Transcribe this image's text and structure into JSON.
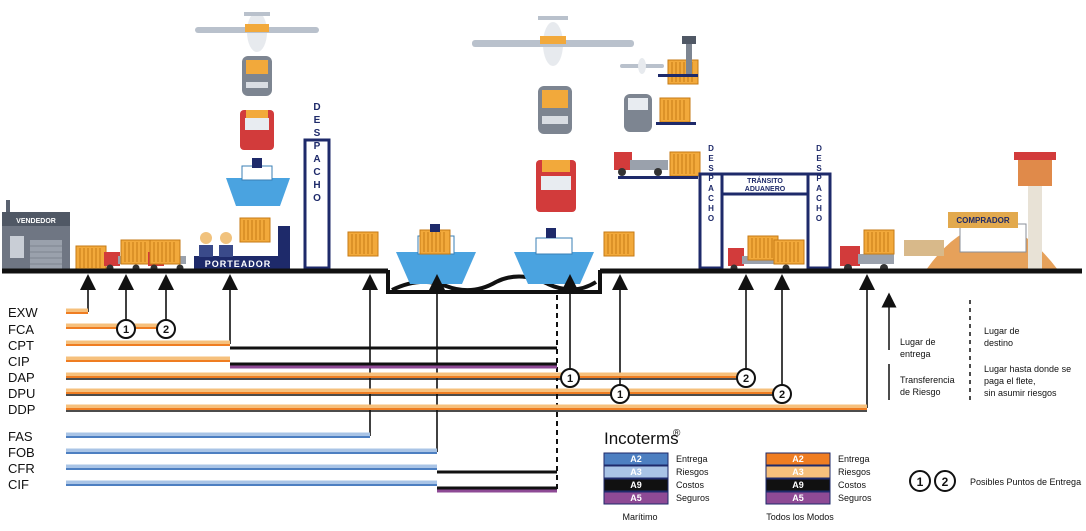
{
  "colors": {
    "orange": "#ef7d22",
    "orange_light": "#f6c07c",
    "blue": "#4d7fc1",
    "blue_light": "#a9c4e6",
    "black": "#111111",
    "purple": "#8e4a95",
    "navy": "#1e2a6a",
    "container": "#f2a93b",
    "ship": "#4aa3e0"
  },
  "scene": {
    "vendedor": "VENDEDOR",
    "porteador": "PORTEADOR",
    "despacho": "DESPACHO",
    "transito_line1": "TRÁNSITO",
    "transito_line2": "ADUANERO",
    "comprador": "COMPRADOR"
  },
  "terms": [
    {
      "code": "EXW"
    },
    {
      "code": "FCA"
    },
    {
      "code": "CPT"
    },
    {
      "code": "CIP"
    },
    {
      "code": "DAP"
    },
    {
      "code": "DPU"
    },
    {
      "code": "DDP"
    },
    {
      "code": "FAS"
    },
    {
      "code": "FOB"
    },
    {
      "code": "CFR"
    },
    {
      "code": "CIF"
    }
  ],
  "point_labels": {
    "one": "1",
    "two": "2"
  },
  "legend": {
    "title": "Incoterms",
    "reg": "®",
    "codes": [
      "A2",
      "A3",
      "A9",
      "A5"
    ],
    "labels": [
      "Entrega",
      "Riesgos",
      "Costos",
      "Seguros"
    ],
    "maritimo": "Marítimo",
    "todos": "Todos los Modos",
    "possible_points": "Posibles Puntos de Entrega"
  },
  "notes": {
    "lugar_entrega_1": "Lugar de",
    "lugar_entrega_2": "entrega",
    "transferencia_1": "Transferencia",
    "transferencia_2": "de Riesgo",
    "destino_1": "Lugar de",
    "destino_2": "destino",
    "flete_1": "Lugar hasta donde se",
    "flete_2": "paga el flete,",
    "flete_3": "sin asumir riesgos"
  }
}
